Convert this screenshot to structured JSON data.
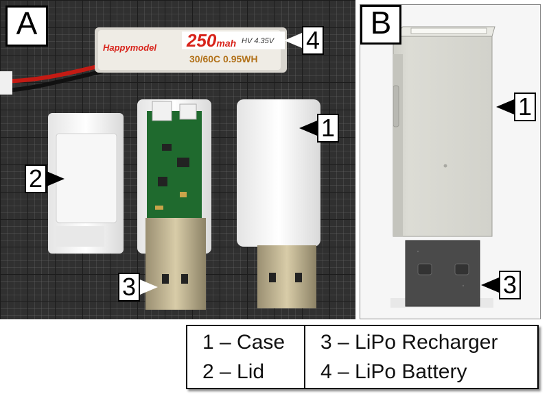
{
  "panels": {
    "a": {
      "letter": "A"
    },
    "b": {
      "letter": "B"
    }
  },
  "battery_label": {
    "brand": "Happymodel",
    "capacity": "250",
    "capacity_unit": "mah",
    "voltage": "HV 4.35V",
    "rating": "30/60C 0.95WH"
  },
  "callouts_a": [
    "1",
    "2",
    "3",
    "4"
  ],
  "callouts_b": [
    "1",
    "3"
  ],
  "legend": {
    "left": [
      "1 – Case",
      "2 – Lid"
    ],
    "right": [
      "3 – LiPo Recharger",
      "4 – LiPo Battery"
    ]
  },
  "colors": {
    "mat": "#303030",
    "battery_label": "#e8e4dc",
    "battery_red": "#d8231a",
    "pcb": "#1f6a2e",
    "case_white": "#f2f2f2",
    "usb_metal": "#c8b88f",
    "render_case": "#dadad4",
    "render_plug": "#4a4a4a"
  }
}
